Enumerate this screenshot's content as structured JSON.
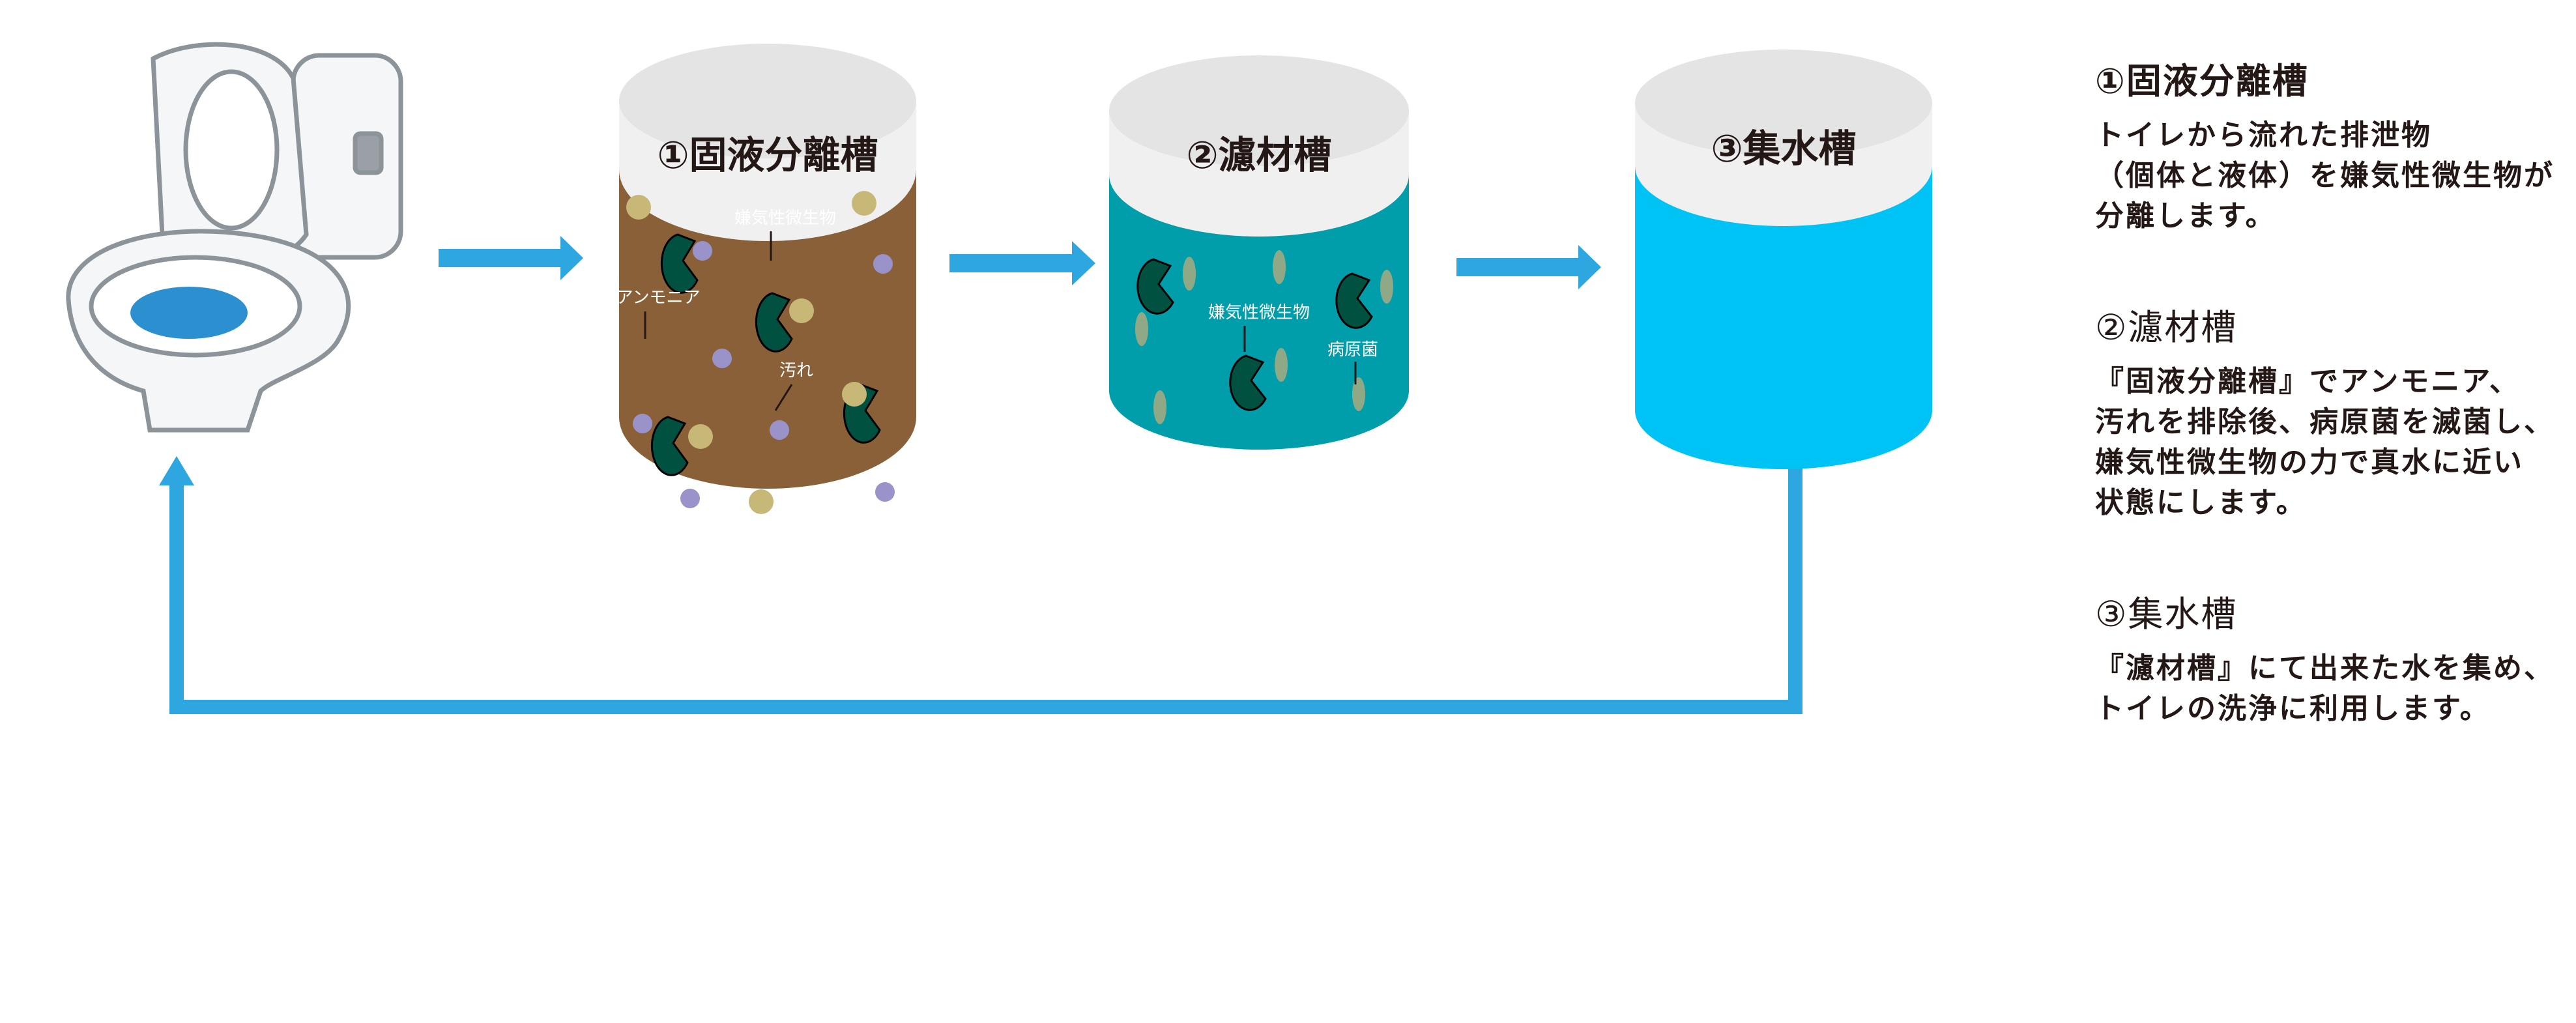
{
  "tanks": [
    {
      "title": "①固液分離槽",
      "labels": {
        "microbe": "嫌気性微生物",
        "ammonia": "アンモニア",
        "dirt": "汚れ"
      }
    },
    {
      "title": "②濾材槽",
      "labels": {
        "microbe": "嫌気性微生物",
        "pathogen": "病原菌"
      }
    },
    {
      "title": "③集水槽"
    }
  ],
  "explanations": [
    {
      "heading": "①固液分離槽",
      "body": "トイレから流れた排泄物\n（個体と液体）を嫌気性微生物が\n分離します。"
    },
    {
      "heading": "②濾材槽",
      "body": "『固液分離槽』でアンモニア、\n汚れを排除後、病原菌を滅菌し、\n嫌気性微生物の力で真水に近い\n状態にします。"
    },
    {
      "heading": "③集水槽",
      "body": "『濾材槽』にて出来た水を集め、\nトイレの洗浄に利用します。"
    }
  ],
  "colors": {
    "arrow": "#2ea7e0",
    "tank1_fill": "#8a6038",
    "tank2_fill": "#009dab",
    "tank3_fill": "#00c3f5",
    "tank_top": "#f0f0f0",
    "microbe": "#00513f",
    "ammonia": "#9a93c9",
    "dirt": "#c8b878"
  }
}
